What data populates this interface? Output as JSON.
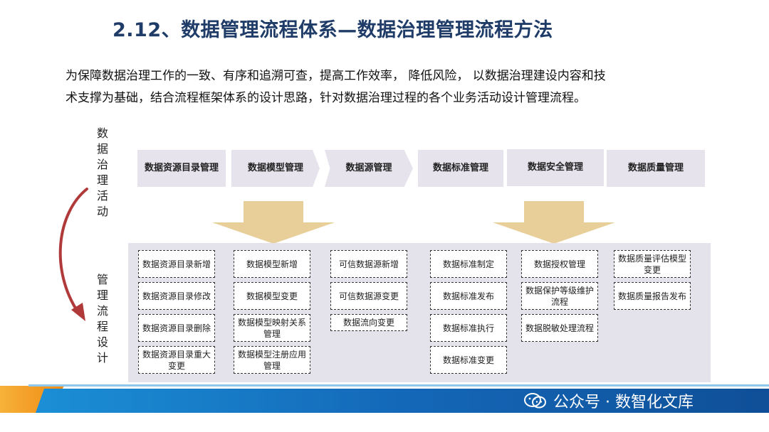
{
  "title": "2.12、数据管理流程体系—数据治理管理流程方法",
  "intro": {
    "line1": "为保障数据治理工作的一致、有序和追溯可查，提高工作效率， 降低风险， 以数据治理建设内容和技",
    "line2": "术支撑为基础，结合流程框架体系的设计思路，针对数据治理过程的各个业务活动设计管理流程。"
  },
  "side_labels": {
    "top": [
      "数",
      "据",
      "治",
      "理",
      "活",
      "动"
    ],
    "bottom": [
      "管",
      "理",
      "流",
      "程",
      "设",
      "计"
    ]
  },
  "activities": [
    "数据资源目录管理",
    "数据模型管理",
    "数据源管理",
    "数据标准管理",
    "数据安全管理",
    "数据质量管理"
  ],
  "processes": {
    "col1": [
      "数据资源目录新增",
      "数据资源目录修改",
      "数据资源目录删除",
      "数据资源目录重大变更"
    ],
    "col2": [
      "数据模型新增",
      "数据模型变更",
      "数据模型映射关系管理",
      "数据模型注册应用管理"
    ],
    "col3": [
      "可信数据源新增",
      "可信数据源变更",
      "数据流向变更"
    ],
    "col4": [
      "数据标准制定",
      "数据标准发布",
      "数据标准执行",
      "数据标准变更"
    ],
    "col5": [
      "数据授权管理",
      "数据保护等级维护流程",
      "数据脱敏处理流程"
    ],
    "col6": [
      "数据质量评估模型变更",
      "数据质量报告发布"
    ]
  },
  "footer": {
    "text": "公众号 · 数智化文库"
  },
  "colors": {
    "title": "#1f3c68",
    "activity_bg": "#e6e3ec",
    "arrow": "#e8cf9a",
    "panel_bg": "#e4e2ea",
    "curve": "#b03a3a",
    "footer_blue": "#1468b8",
    "footer_orange": "#f39a1d"
  }
}
